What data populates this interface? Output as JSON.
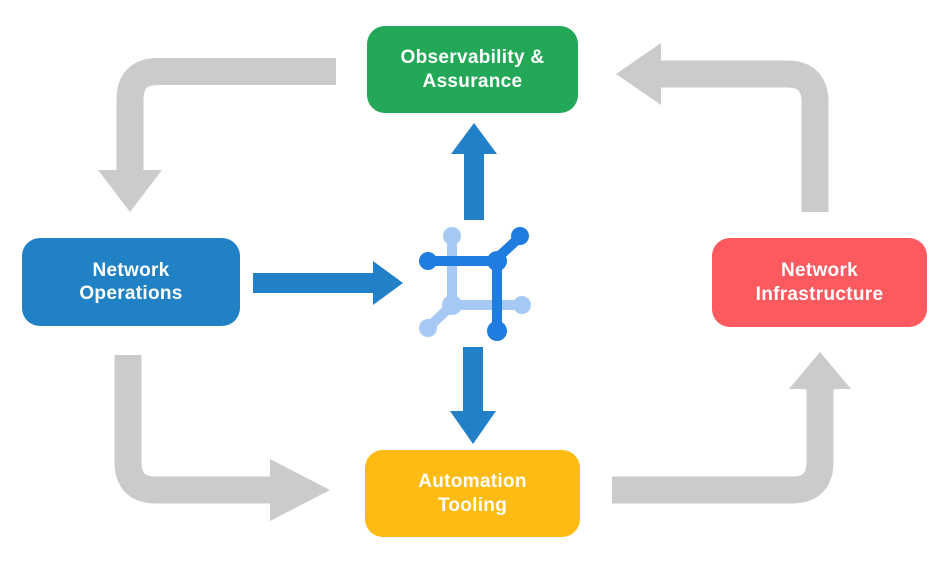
{
  "nodes": {
    "observability": {
      "label": "Observability &\nAssurance",
      "color": "#23A857"
    },
    "operations": {
      "label": "Network\nOperations",
      "color": "#2082C4"
    },
    "infrastructure": {
      "label": "Network\nInfrastructure",
      "color": "#FC5A5F"
    },
    "automation": {
      "label": "Automation\nTooling",
      "color": "#FDBB14"
    }
  },
  "icons": {
    "center": "network-automation-icon"
  },
  "colors": {
    "background": "#FFFFFF",
    "cycle_arrow": "#CBCBCB",
    "center_arrow": "#2180C8",
    "icon_dark": "#1F7DE0",
    "icon_light": "#A6C9F4",
    "node_text": "#FFFFFF"
  }
}
